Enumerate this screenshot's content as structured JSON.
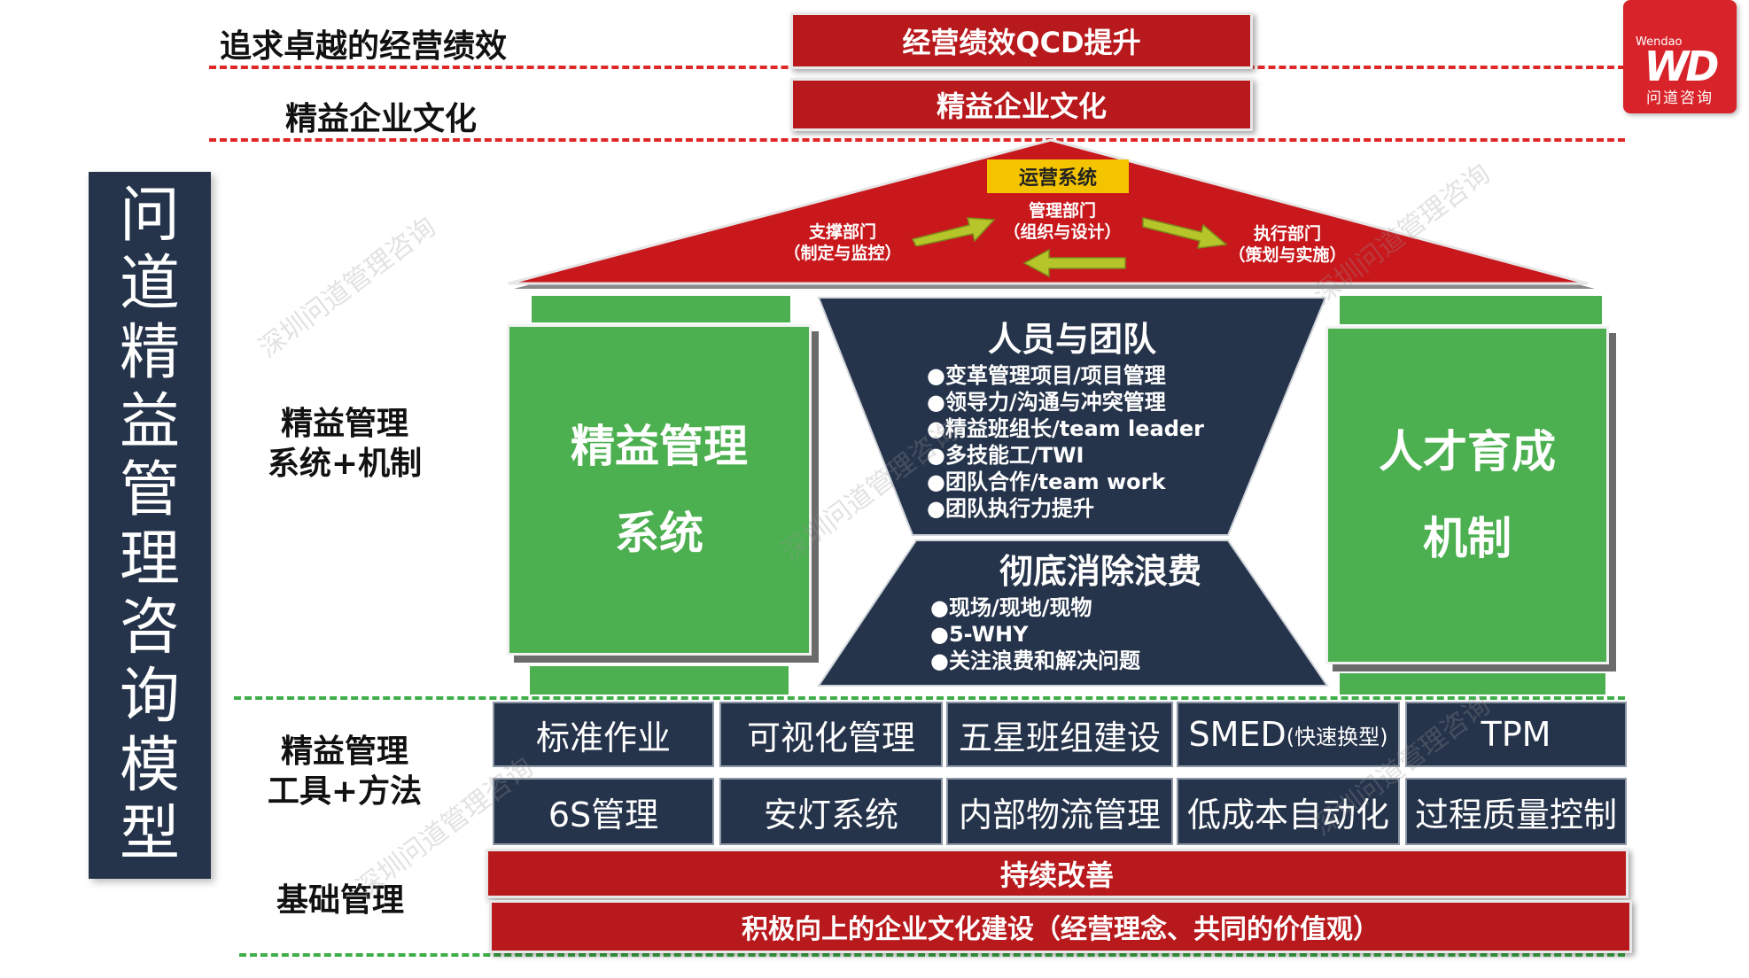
{
  "levels": {
    "performance": "追求卓越的经营绩效",
    "culture": "精益企业文化",
    "system_mechanism_lines": [
      "精益管理",
      "系统+机制"
    ],
    "tools_methods_lines": [
      "精益管理",
      "工具+方法"
    ],
    "foundation": "基础管理"
  },
  "left_title_chars": [
    "问",
    "道",
    "精",
    "益",
    "管",
    "理",
    "咨",
    "询",
    "模",
    "型"
  ],
  "top_banners": {
    "qcd": "经营绩效QCD提升",
    "culture": "精益企业文化"
  },
  "roof": {
    "ops_system": "运营系统",
    "support_dept": [
      "支撑部门",
      "（制定与监控）"
    ],
    "management_dept": [
      "管理部门",
      "（组织与设计）"
    ],
    "execution_dept": [
      "执行部门",
      "（策划与实施）"
    ]
  },
  "pillars": {
    "left_lines": [
      "精益管理",
      "系统"
    ],
    "right_lines": [
      "人才育成",
      "机制"
    ]
  },
  "people_team": {
    "title": "人员与团队",
    "items": [
      "●变革管理项目/项目管理",
      "●领导力/沟通与冲突管理",
      "●精益班组长/team leader",
      "●多技能工/TWI",
      "●团队合作/team work",
      "●团队执行力提升"
    ]
  },
  "waste_elimination": {
    "title": "彻底消除浪费",
    "items": [
      "●现场/现地/现物",
      "●5-WHY",
      "●关注浪费和解决问题"
    ]
  },
  "tools_row1": [
    "标准作业",
    "可视化管理",
    "五星班组建设",
    "SMED",
    "TPM"
  ],
  "smed_note": "(快速换型)",
  "tools_row2": [
    "6S管理",
    "安灯系统",
    "内部物流管理",
    "低成本自动化",
    "过程质量控制"
  ],
  "foundation_banners": {
    "improvement": "持续改善",
    "culture_building": "积极向上的企业文化建设（经营理念、共同的价值观）"
  },
  "logo": {
    "wendao": "Wendao",
    "mark": "WD",
    "cn": "问道咨询"
  },
  "watermark": "深圳问道管理咨询",
  "colors": {
    "red": "#b8191c",
    "navy": "#26344b",
    "green": "#4caf50",
    "yellow": "#f5c400",
    "arrow": "#b6c52a"
  }
}
